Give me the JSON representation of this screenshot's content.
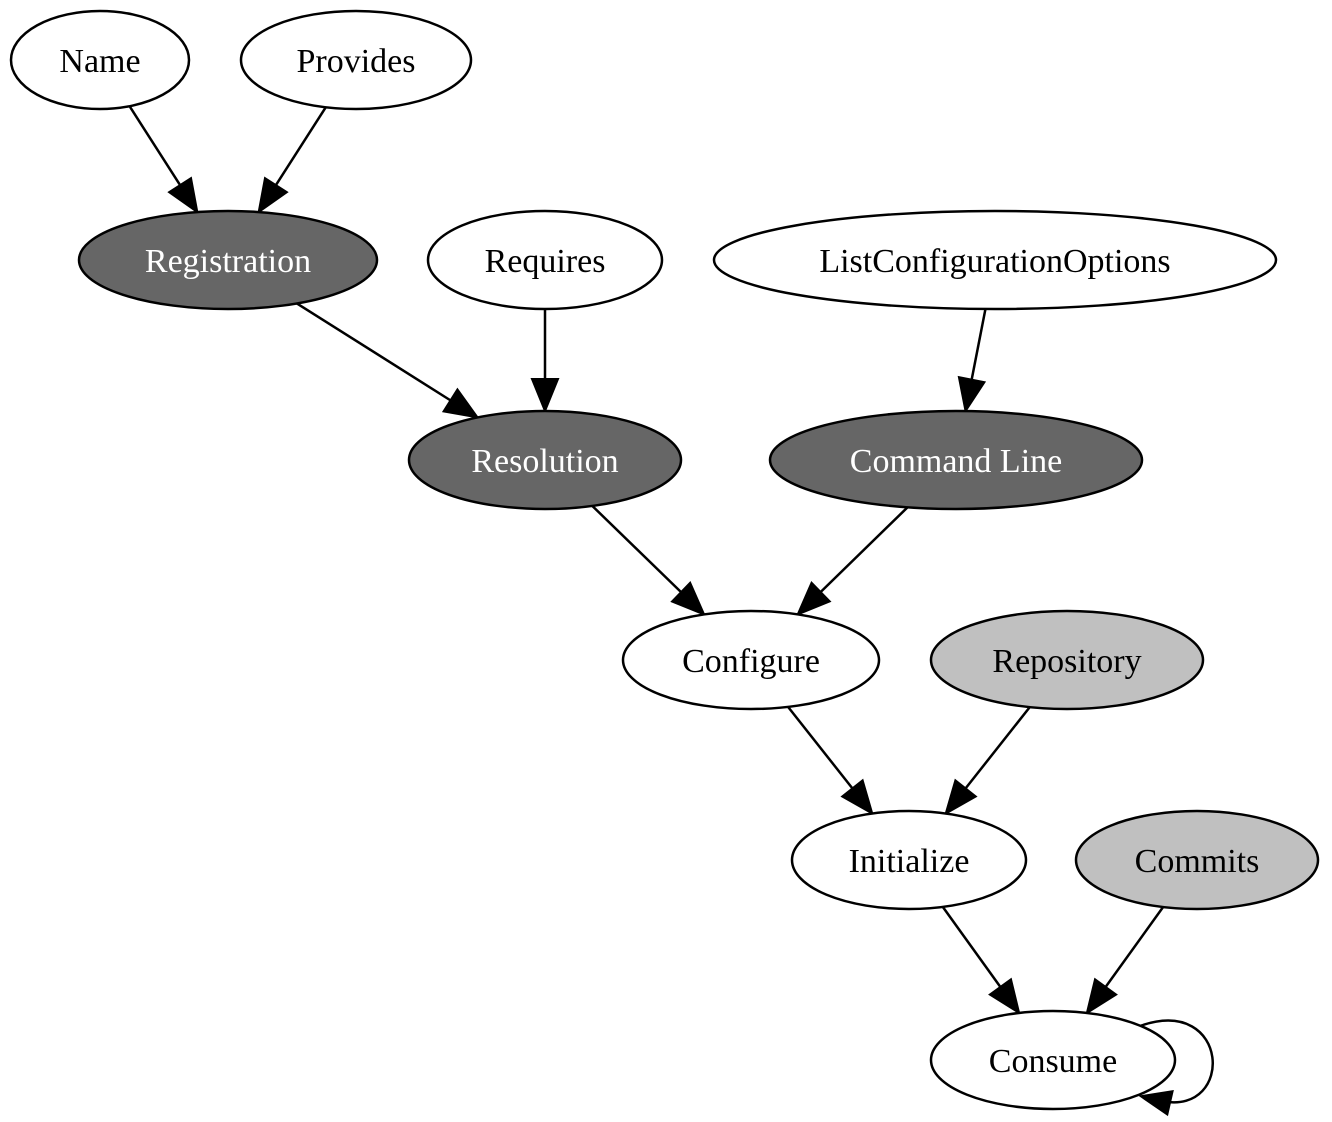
{
  "nodes": [
    {
      "id": "name",
      "label": "Name",
      "style": "white"
    },
    {
      "id": "provides",
      "label": "Provides",
      "style": "white"
    },
    {
      "id": "registration",
      "label": "Registration",
      "style": "dark"
    },
    {
      "id": "requires",
      "label": "Requires",
      "style": "white"
    },
    {
      "id": "list_config",
      "label": "ListConfigurationOptions",
      "style": "white"
    },
    {
      "id": "resolution",
      "label": "Resolution",
      "style": "dark"
    },
    {
      "id": "command_line",
      "label": "Command Line",
      "style": "dark"
    },
    {
      "id": "configure",
      "label": "Configure",
      "style": "white"
    },
    {
      "id": "repository",
      "label": "Repository",
      "style": "light"
    },
    {
      "id": "initialize",
      "label": "Initialize",
      "style": "white"
    },
    {
      "id": "commits",
      "label": "Commits",
      "style": "light"
    },
    {
      "id": "consume",
      "label": "Consume",
      "style": "white"
    }
  ],
  "edges": [
    {
      "from": "name",
      "to": "registration"
    },
    {
      "from": "provides",
      "to": "registration"
    },
    {
      "from": "registration",
      "to": "resolution"
    },
    {
      "from": "requires",
      "to": "resolution"
    },
    {
      "from": "list_config",
      "to": "command_line"
    },
    {
      "from": "resolution",
      "to": "configure"
    },
    {
      "from": "command_line",
      "to": "configure"
    },
    {
      "from": "configure",
      "to": "initialize"
    },
    {
      "from": "repository",
      "to": "initialize"
    },
    {
      "from": "initialize",
      "to": "consume"
    },
    {
      "from": "commits",
      "to": "consume"
    },
    {
      "from": "consume",
      "to": "consume"
    }
  ],
  "colors": {
    "dark_fill": "#666666",
    "light_fill": "#c0c0c0",
    "white_fill": "#ffffff",
    "stroke": "#000000",
    "dark_text": "#ffffff",
    "text": "#000000"
  }
}
